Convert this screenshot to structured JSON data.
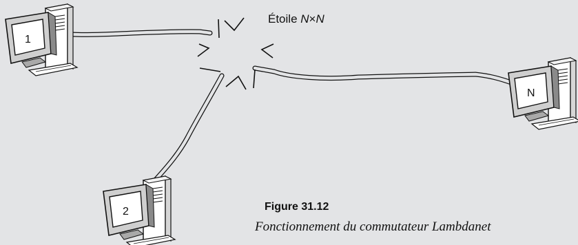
{
  "star": {
    "label": "Étoile",
    "var1": "N",
    "times": "×",
    "var2": "N"
  },
  "computers": [
    {
      "label": "1"
    },
    {
      "label": "2"
    },
    {
      "label": "N"
    }
  ],
  "figure": {
    "number": "Figure 31.12",
    "caption": "Fonctionnement du commutateur Lambdanet"
  }
}
